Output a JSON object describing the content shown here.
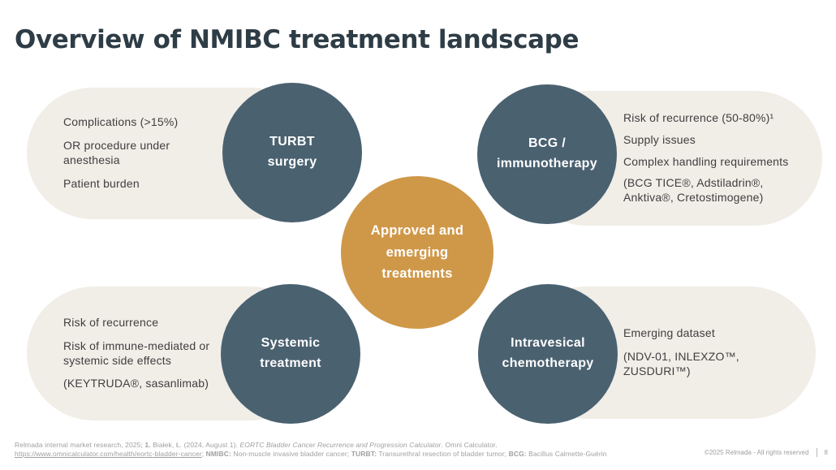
{
  "slide": {
    "title": "Overview of NMIBC treatment landscape",
    "copyright": "©2025 Relmada - All rights reserved",
    "page_number": "8"
  },
  "colors": {
    "accent_dark_circle": "#4a6170",
    "accent_gold_circle": "#cf9849",
    "pill_background": "#f1ede7",
    "title_text": "#2e3c46",
    "body_text": "#3f3f3f",
    "footer_text": "#a0a0a0"
  },
  "center": {
    "label_lines": [
      "Approved and",
      "emerging",
      "treatments"
    ]
  },
  "cards": {
    "turbt": {
      "circle_lines": [
        "TURBT",
        "surgery"
      ],
      "items": [
        "Complications (>15%)",
        "OR procedure under anesthesia",
        "Patient burden"
      ]
    },
    "bcg": {
      "circle_lines": [
        "BCG /",
        "immunotherapy"
      ],
      "items": [
        "Risk of recurrence (50-80%)¹",
        "Supply issues",
        "Complex handling requirements",
        "(BCG TICE®, Adstiladrin®, Anktiva®, Cretostimogene)"
      ]
    },
    "systemic": {
      "circle_lines": [
        "Systemic",
        "treatment"
      ],
      "items": [
        "Risk of recurrence",
        "Risk of immune-mediated or systemic side effects",
        "(KEYTRUDA®, sasanlimab)"
      ]
    },
    "intravesical": {
      "circle_lines": [
        "Intravesical",
        "chemotherapy"
      ],
      "items": [
        "Emerging dataset",
        "(NDV-01, INLEXZO™, ZUSDURI™)"
      ]
    }
  },
  "footer": {
    "line1": {
      "seg1": "Relmada internal market research, 2025; ",
      "ref_num": "1.",
      "seg2": " Białek, Ł. (2024, August 1). ",
      "italic_title": "EORTC Bladder Cancer Recurrence and Progression Calculator",
      "seg3": ". Omni Calculator."
    },
    "line2": {
      "link": "https://www.omnicalculator.com/health/eortc-bladder-cancer",
      "sep1": "; ",
      "abbr1": "NMIBC:",
      "def1": " Non-muscle invasive bladder cancer; ",
      "abbr2": "TURBT:",
      "def2": " Transurethral resection of bladder tumor; ",
      "abbr3": "BCG:",
      "def3": " Bacillus Calmette-Guérin"
    }
  }
}
